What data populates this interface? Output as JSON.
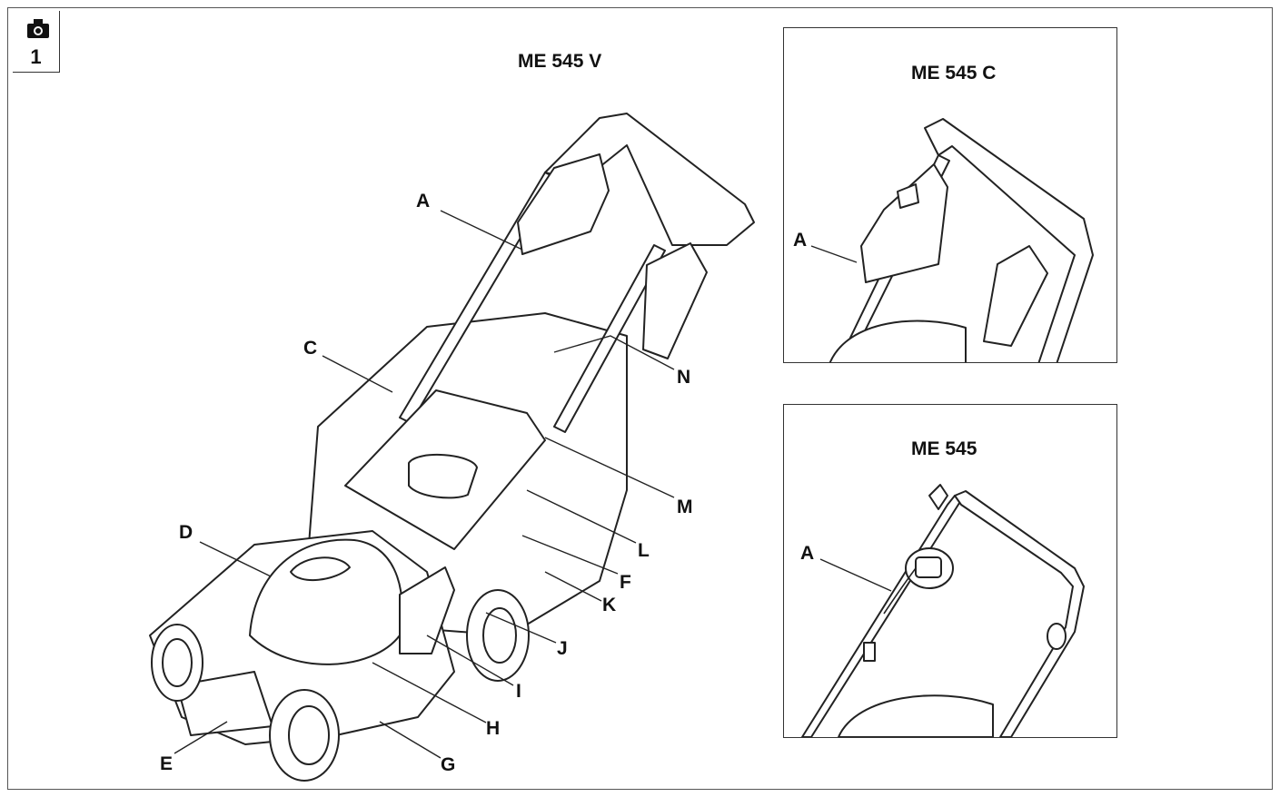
{
  "figure": {
    "number": "1",
    "badge_icon": "camera-icon"
  },
  "main": {
    "title": "ME 545 V",
    "callouts": [
      "A",
      "C",
      "N",
      "M",
      "L",
      "F",
      "K",
      "J",
      "I",
      "H",
      "G",
      "E",
      "D"
    ]
  },
  "inset_top": {
    "title": "ME 545 C",
    "callout": "A"
  },
  "inset_bottom": {
    "title": "ME 545",
    "callout": "A"
  }
}
